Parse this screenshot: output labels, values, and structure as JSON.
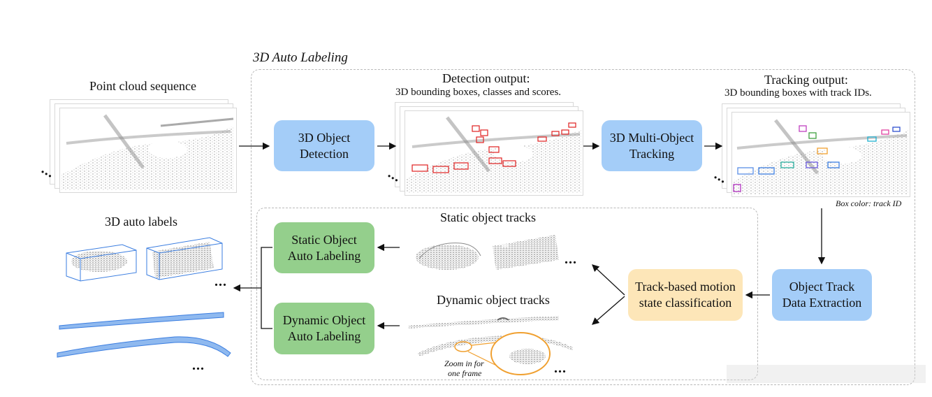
{
  "labels": {
    "auto_labeling": "3D Auto Labeling",
    "point_cloud": "Point cloud sequence",
    "detection_title": "Detection output:",
    "detection_sub": "3D bounding boxes, classes and scores.",
    "tracking_title": "Tracking output:",
    "tracking_sub": "3D bounding boxes with track IDs.",
    "box_color": "Box color: track ID",
    "auto_labels": "3D auto labels",
    "static_tracks": "Static object tracks",
    "dynamic_tracks": "Dynamic object tracks",
    "zoom_line1": "Zoom in for",
    "zoom_line2": "one frame"
  },
  "boxes": {
    "detection": [
      "3D Object",
      "Detection"
    ],
    "tracking": [
      "3D Multi-Object",
      "Tracking"
    ],
    "extraction": [
      "Object Track",
      "Data Extraction"
    ],
    "classification": [
      "Track-based motion",
      "state classification"
    ],
    "static": [
      "Static Object",
      "Auto Labeling"
    ],
    "dynamic": [
      "Dynamic Object",
      "Auto Labeling"
    ]
  },
  "ellipsis": "...",
  "colors": {
    "blue_box": "#a4cdf8",
    "green_box": "#94cf8c",
    "yellow_box": "#fde6b8",
    "detection_boxes": "#e02020",
    "label_boxes": "#3a7de0",
    "zoom_circle": "#f0a030"
  }
}
